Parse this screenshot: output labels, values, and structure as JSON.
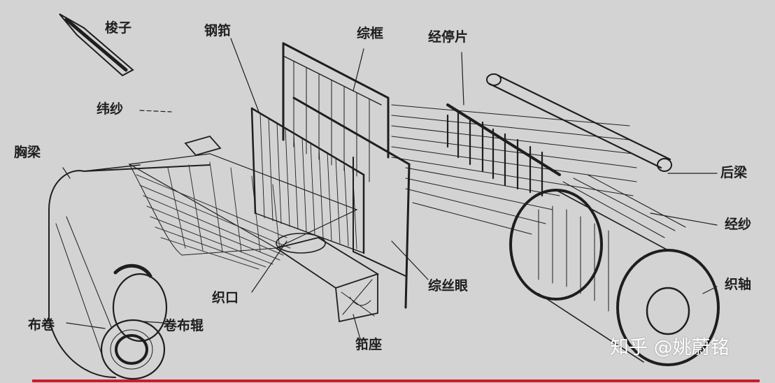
{
  "labels": {
    "shuttle": "梭子",
    "reed": "钢筘",
    "heald_frame": "综框",
    "drop_wire": "经停片",
    "weft": "纬纱",
    "breast_beam": "胸梁",
    "back_beam": "后梁",
    "warp": "经纱",
    "heddle_eye": "综丝眼",
    "fell": "织口",
    "warp_beam": "织轴",
    "cloth_roll": "布卷",
    "take_up_roller": "卷布辊",
    "sley": "筘座"
  },
  "watermark": "知乎 @姚蔚铭",
  "colors": {
    "background": "#d3d3d3",
    "ink": "#1e1e1e",
    "accent_bar": "#c81e2a",
    "watermark": "#ffffff"
  }
}
